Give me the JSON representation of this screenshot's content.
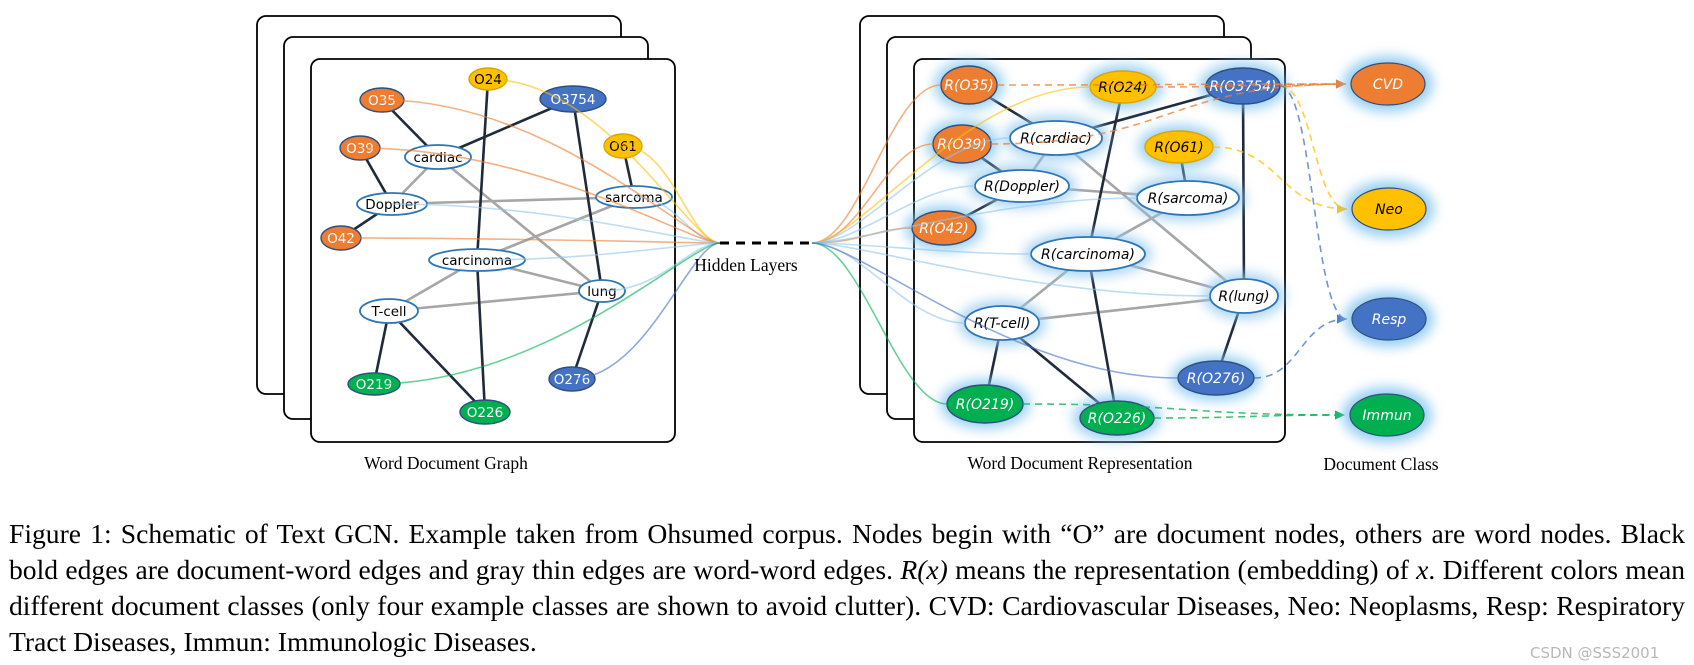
{
  "graph_panel": {
    "label": "Word Document Graph",
    "nodes": {
      "O35": "O35",
      "O24": "O24",
      "O3754": "O3754",
      "O39": "O39",
      "cardiac": "cardiac",
      "O61": "O61",
      "Doppler": "Doppler",
      "sarcoma": "sarcoma",
      "O42": "O42",
      "carcinoma": "carcinoma",
      "lung": "lung",
      "Tcell": "T-cell",
      "O219": "O219",
      "O226": "O226",
      "O276": "O276"
    }
  },
  "hidden_label": "Hidden Layers",
  "repr_panel": {
    "label": "Word Document Representation",
    "nodes": {
      "O35": "R(O35)",
      "O24": "R(O24)",
      "O3754": "R(O3754)",
      "O39": "R(O39)",
      "cardiac": "R(cardiac)",
      "O61": "R(O61)",
      "Doppler": "R(Doppler)",
      "sarcoma": "R(sarcoma)",
      "O42": "R(O42)",
      "carcinoma": "R(carcinoma)",
      "lung": "R(lung)",
      "Tcell": "R(T-cell)",
      "O219": "R(O219)",
      "O226": "R(O226)",
      "O276": "R(O276)"
    }
  },
  "classes_panel": {
    "label": "Document Class",
    "classes": {
      "cvd": "CVD",
      "neo": "Neo",
      "resp": "Resp",
      "immun": "Immun"
    }
  },
  "colors": {
    "cvd": "#ED7D31",
    "neo": "#FFC000",
    "resp": "#4472C4",
    "immun": "#00B050",
    "edge_doc_word": "#1f2a3a",
    "edge_word_word": "#a6a6a6"
  },
  "caption": {
    "p1": "Figure 1: Schematic of Text GCN. Example taken from Ohsumed corpus. Nodes begin with “O” are document nodes, others are word nodes. Black bold edges are document-word edges and gray thin edges are word-word edges. ",
    "math1": "R(x)",
    "p2": " means the representation (embedding) of ",
    "math2": "x",
    "p3": ". Different colors mean different document classes (only four example classes are shown to avoid clutter). CVD: Cardiovascular Diseases, Neo: Neoplasms, Resp: Respiratory Tract Diseases, Immun: Immunologic Diseases."
  },
  "watermark": "CSDN @SSS2001"
}
